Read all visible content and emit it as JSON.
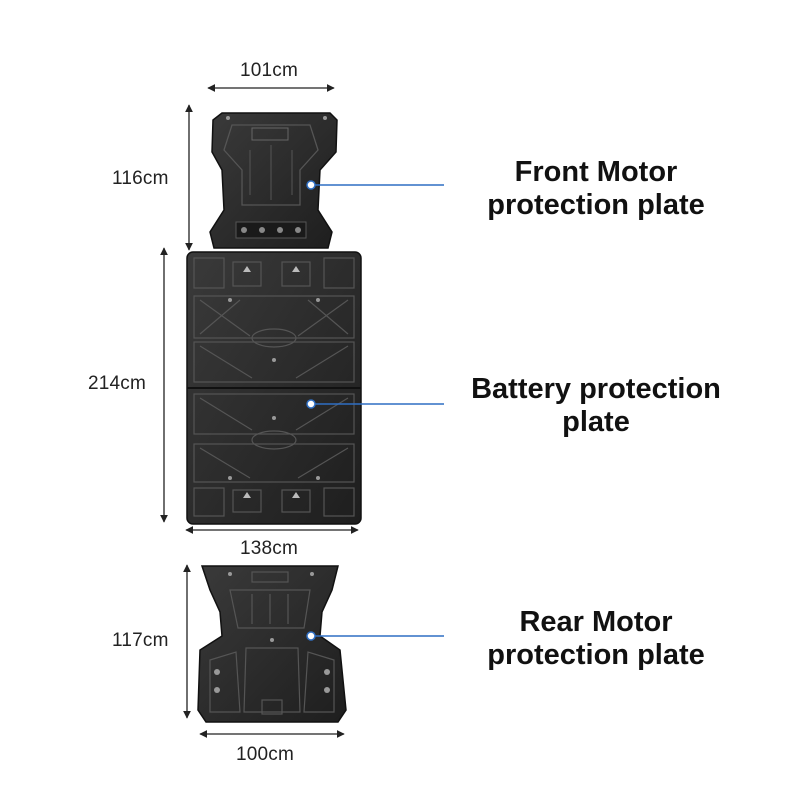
{
  "dimensions": {
    "front_width": "101cm",
    "front_height": "116cm",
    "battery_height": "214cm",
    "battery_width": "138cm",
    "rear_height": "117cm",
    "rear_width": "100cm"
  },
  "labels": {
    "front": {
      "line1": "Front Motor",
      "line2": "protection plate"
    },
    "battery": {
      "line1": "Battery protection",
      "line2": "plate"
    },
    "rear": {
      "line1": "Rear Motor",
      "line2": "protection plate"
    }
  },
  "colors": {
    "plate": "#2b2b2b",
    "callout": "#2f6fc4",
    "dimension_line": "#222222"
  }
}
